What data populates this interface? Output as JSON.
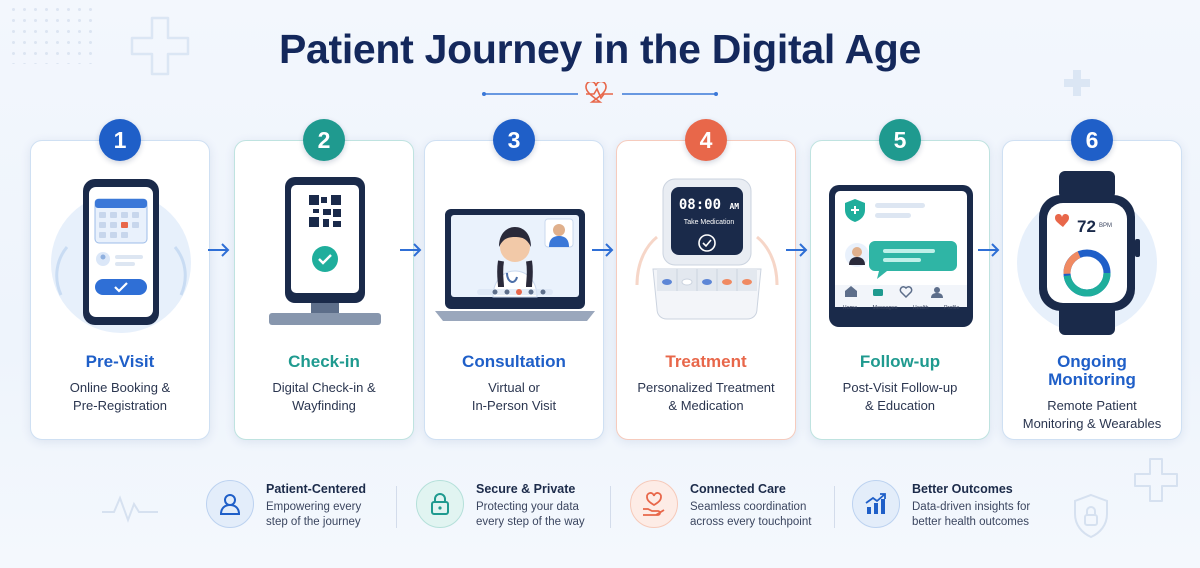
{
  "title": "Patient Journey in the Digital Age",
  "colors": {
    "navy": "#14285c",
    "blue": "#1f5fc8",
    "teal": "#1f9a8f",
    "coral": "#e8674a",
    "border_blue": "#cfe0f3"
  },
  "steps": [
    {
      "number": "1",
      "title": "Pre-Visit",
      "desc_1": "Online Booking &",
      "desc_2": "Pre-Registration",
      "color": "#1f5fc8",
      "icon": "smartphone-calendar-icon"
    },
    {
      "number": "2",
      "title": "Check-in",
      "desc_1": "Digital Check-in &",
      "desc_2": "Wayfinding",
      "color": "#1f9a8f",
      "icon": "kiosk-qr-icon"
    },
    {
      "number": "3",
      "title": "Consultation",
      "desc_1": "Virtual or",
      "desc_2": "In-Person Visit",
      "color": "#1f5fc8",
      "icon": "laptop-video-call-icon"
    },
    {
      "number": "4",
      "title": "Treatment",
      "desc_1": "Personalized Treatment",
      "desc_2": "& Medication",
      "color": "#e8674a",
      "icon": "pill-dispenser-icon",
      "device_time": "08:00",
      "device_ampm": "AM",
      "device_label": "Take Medication"
    },
    {
      "number": "5",
      "title": "Follow-up",
      "desc_1": "Post-Visit Follow-up",
      "desc_2": "& Education",
      "color": "#1f9a8f",
      "icon": "tablet-messages-icon",
      "tabs": [
        "Home",
        "Messages",
        "Health",
        "Profile"
      ]
    },
    {
      "number": "6",
      "title_1": "Ongoing",
      "title_2": "Monitoring",
      "desc_1": "Remote Patient",
      "desc_2": "Monitoring & Wearables",
      "color": "#1f5fc8",
      "icon": "smartwatch-icon",
      "bpm_value": "72",
      "bpm_unit": "BPM"
    }
  ],
  "benefits": [
    {
      "title": "Patient-Centered",
      "text_1": "Empowering every",
      "text_2": "step of the journey",
      "icon": "user-icon"
    },
    {
      "title": "Secure & Private",
      "text_1": "Protecting your data",
      "text_2": "every step of the way",
      "icon": "lock-icon"
    },
    {
      "title": "Connected Care",
      "text_1": "Seamless coordination",
      "text_2": "across every touchpoint",
      "icon": "heart-hand-icon"
    },
    {
      "title": "Better Outcomes",
      "text_1": "Data-driven insights for",
      "text_2": "better health outcomes",
      "icon": "growth-chart-icon"
    }
  ]
}
